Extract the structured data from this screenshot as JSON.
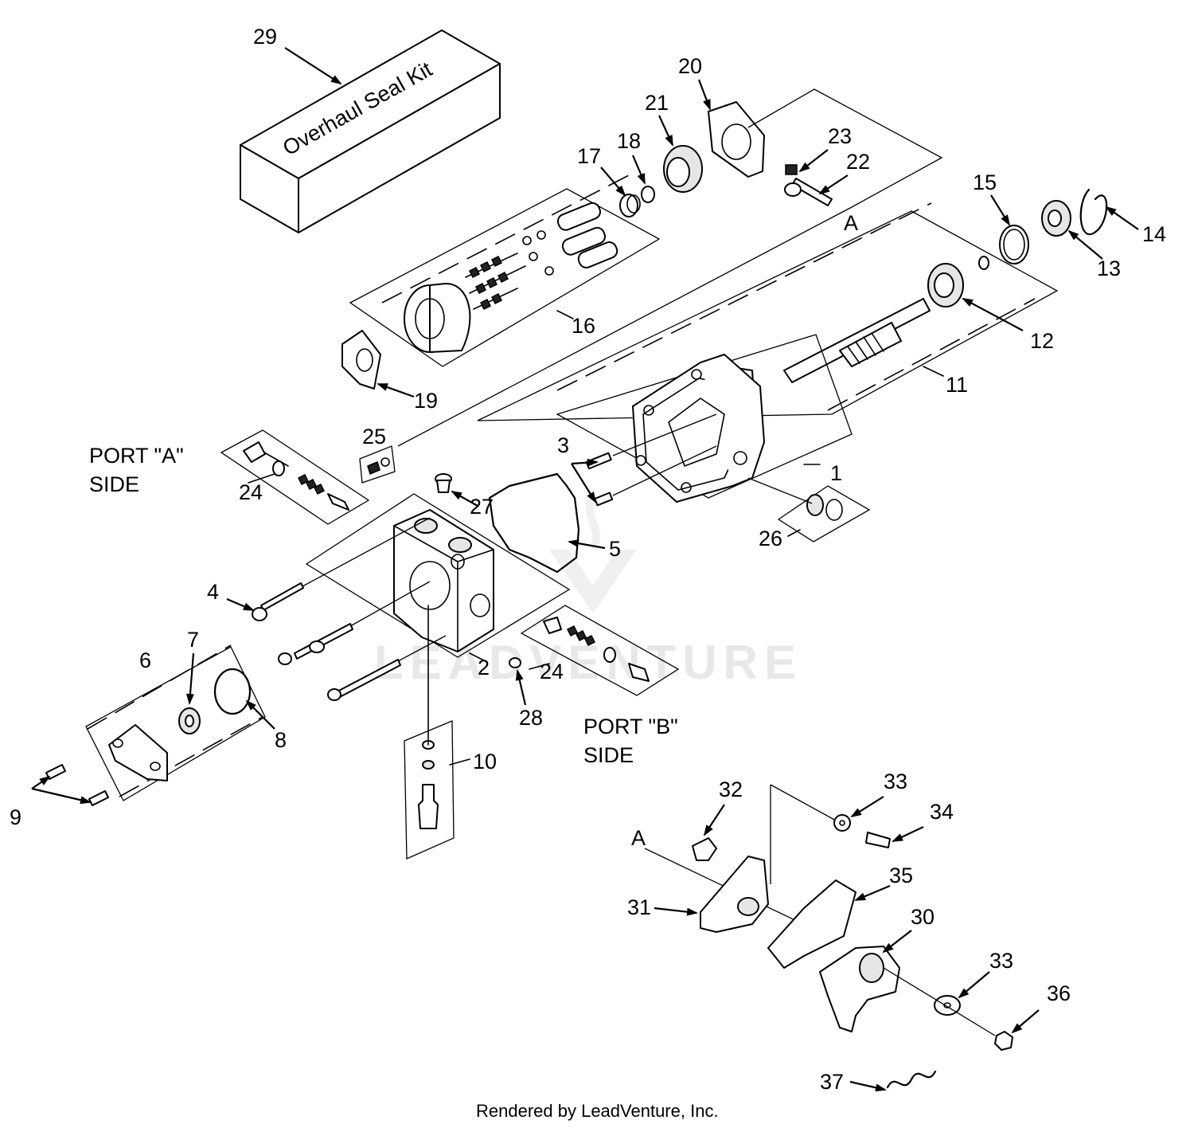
{
  "kit_label": "Overhaul Seal Kit",
  "port_a": {
    "line1": "PORT \"A\"",
    "line2": "SIDE"
  },
  "port_b": {
    "line1": "PORT \"B\"",
    "line2": "SIDE"
  },
  "ref_a_top": "A",
  "ref_a_bottom": "A",
  "watermark": "LEADVENTURE",
  "footer": "Rendered by LeadVenture, Inc.",
  "callouts": {
    "c1": "1",
    "c2": "2",
    "c3": "3",
    "c4": "4",
    "c5": "5",
    "c6": "6",
    "c7": "7",
    "c8": "8",
    "c9": "9",
    "c10": "10",
    "c11": "11",
    "c12": "12",
    "c13": "13",
    "c14": "14",
    "c15": "15",
    "c16": "16",
    "c17": "17",
    "c18": "18",
    "c19": "19",
    "c20": "20",
    "c21": "21",
    "c22": "22",
    "c23": "23",
    "c24a": "24",
    "c24b": "24",
    "c25": "25",
    "c26": "26",
    "c27": "27",
    "c28": "28",
    "c29": "29",
    "c30": "30",
    "c31": "31",
    "c32": "32",
    "c33a": "33",
    "c33b": "33",
    "c34": "34",
    "c35": "35",
    "c36": "36",
    "c37": "37"
  }
}
